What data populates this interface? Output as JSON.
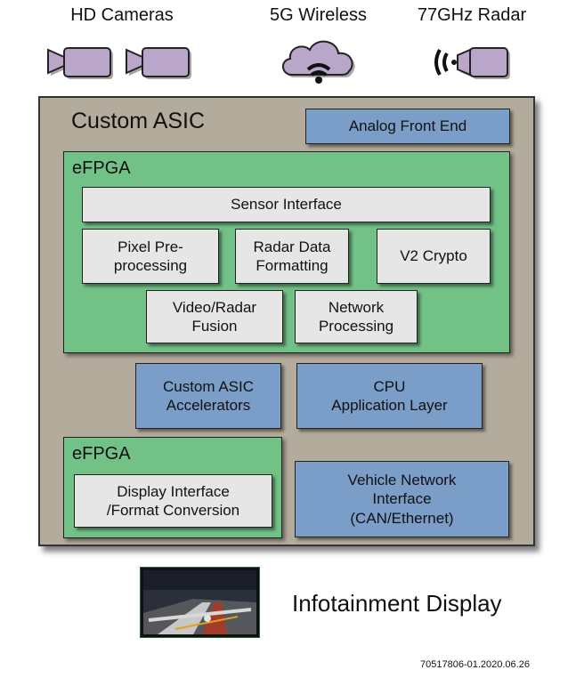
{
  "top_labels": {
    "cameras": "HD Cameras",
    "wireless": "5G Wireless",
    "radar": "77GHz Radar"
  },
  "icons": {
    "camera": "video-camera-icon",
    "cloud": "cloud-wifi-icon",
    "radar": "radar-sensor-icon",
    "display": "navigation-display-image"
  },
  "asic": {
    "title": "Custom ASIC",
    "analog_front_end": "Analog Front End",
    "efpga_top": {
      "title": "eFPGA",
      "sensor_interface": "Sensor Interface",
      "pixel_preprocessing": "Pixel Pre-\nprocessing",
      "radar_data_formatting": "Radar Data\nFormatting",
      "v2_crypto": "V2 Crypto",
      "video_radar_fusion": "Video/Radar\nFusion",
      "network_processing": "Network\nProcessing"
    },
    "custom_asic_accelerators": "Custom ASIC\nAccelerators",
    "cpu_application_layer": "CPU\nApplication Layer",
    "efpga_bottom": {
      "title": "eFPGA",
      "display_interface": "Display Interface\n/Format Conversion"
    },
    "vehicle_network_interface": "Vehicle Network\nInterface\n(CAN/Ethernet)"
  },
  "infotainment_label": "Infotainment Display",
  "footer_code": "70517806-01.2020.06.26",
  "colors": {
    "asic_bg": "#b3ab9b",
    "efpga_green": "#72c186",
    "block_blue": "#7a9ec8",
    "block_grey": "#e6e6e6",
    "icon_purple": "#b9a6c9"
  }
}
